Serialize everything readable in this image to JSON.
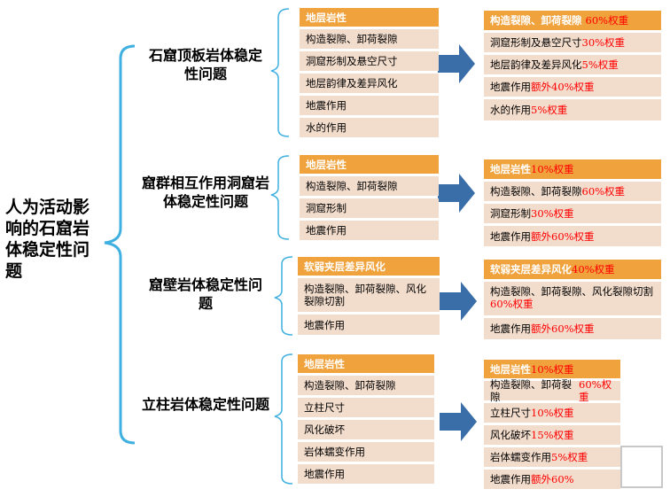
{
  "root": {
    "title": "人为活动影响的石窟岩体稳定性问题"
  },
  "categories": [
    {
      "title": "石窟顶板岩体稳定性问题",
      "factors": [
        "地层岩性",
        "构造裂隙、卸荷裂隙",
        "洞窟形制及悬空尺寸",
        "地层韵律及差异风化",
        "地震作用",
        "水的作用"
      ],
      "weights": [
        {
          "label": "构造裂隙、卸荷裂隙",
          "value": "60%权重"
        },
        {
          "label": "洞窟形制及悬空尺寸",
          "value": "30%权重"
        },
        {
          "label": "地层韵律及差异风化",
          "value": "5%权重"
        },
        {
          "label": "地震作用",
          "value": "额外40%权重"
        },
        {
          "label": "水的作用",
          "value": "5%权重"
        }
      ]
    },
    {
      "title": "窟群相互作用洞窟岩体稳定性问题",
      "factors": [
        "地层岩性",
        "构造裂隙、卸荷裂隙",
        "洞窟形制",
        "地震作用"
      ],
      "weights": [
        {
          "label": "地层岩性",
          "value": "10%权重"
        },
        {
          "label": "构造裂隙、卸荷裂隙",
          "value": "60%权重"
        },
        {
          "label": "洞窟形制",
          "value": "30%权重"
        },
        {
          "label": "地震作用",
          "value": "额外60%权重"
        }
      ]
    },
    {
      "title": "窟壁岩体稳定性问题",
      "factors": [
        "软弱夹层差异风化",
        "构造裂隙、卸荷裂隙、风化裂隙切割",
        "地震作用"
      ],
      "weights": [
        {
          "label": "软弱夹层差异风化",
          "value": "40%权重"
        },
        {
          "label": "构造裂隙、卸荷裂隙、风化裂隙切割",
          "value": "60%权重"
        },
        {
          "label": "地震作用",
          "value": "额外60%权重"
        }
      ]
    },
    {
      "title": "立柱岩体稳定性问题",
      "factors": [
        "地层岩性",
        "构造裂隙、卸荷裂隙",
        "立柱尺寸",
        "风化破坏",
        "岩体蠕变作用",
        "地震作用"
      ],
      "weights": [
        {
          "label": "地层岩性",
          "value": "10%权重"
        },
        {
          "label": "构造裂隙、卸荷裂隙",
          "value": "60%权重"
        },
        {
          "label": "立柱尺寸",
          "value": "10%权重"
        },
        {
          "label": "风化破坏",
          "value": "15%权重"
        },
        {
          "label": "岩体蠕变作用",
          "value": "5%权重"
        },
        {
          "label": "地震作用",
          "value": "额外60%"
        }
      ]
    }
  ],
  "colors": {
    "header": "#f0a23c",
    "cell": "#f2dccc",
    "bracket": "#3fb0e0",
    "arrow": "#3a6ea8",
    "highlight": "#ff0000"
  }
}
